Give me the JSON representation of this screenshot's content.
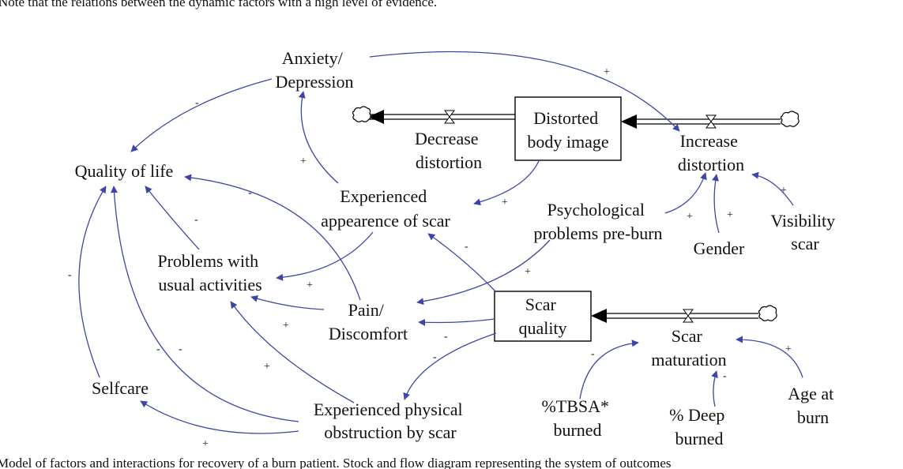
{
  "caption_top": "Note that the relations between the dynamic factors with a high level of evidence.",
  "caption_bottom": "Model of factors and interactions for recovery of a burn patient. Stock and flow diagram representing the system of outcomes",
  "colors": {
    "link": "#3d46a8",
    "structure": "#000000"
  },
  "stocks": {
    "distorted_body_image": [
      "Distorted",
      "body image"
    ],
    "scar_quality": [
      "Scar",
      "quality"
    ]
  },
  "flows": {
    "decrease_distortion": [
      "Decrease",
      "distortion"
    ],
    "increase_distortion": [
      "Increase",
      "distortion"
    ],
    "scar_maturation": [
      "Scar",
      "maturation"
    ]
  },
  "variables": {
    "anxiety_depression": [
      "Anxiety/",
      "Depression"
    ],
    "quality_of_life": [
      "Quality of life"
    ],
    "experienced_appearance": [
      "Experienced",
      "appearence of scar"
    ],
    "psychological_problems": [
      "Psychological",
      "problems pre-burn"
    ],
    "problems_usual_activities": [
      "Problems with",
      "usual activities"
    ],
    "pain_discomfort": [
      "Pain/",
      "Discomfort"
    ],
    "gender": [
      "Gender"
    ],
    "visibility_scar": [
      "Visibility",
      "scar"
    ],
    "selfcare": [
      "Selfcare"
    ],
    "experienced_obstruction": [
      "Experienced physical",
      "obstruction by scar"
    ],
    "tbsa_burned": [
      "%TBSA*",
      "burned"
    ],
    "deep_burned": [
      "% Deep",
      "burned"
    ],
    "age_at_burn": [
      "Age at",
      "burn"
    ]
  },
  "links": [
    {
      "from": "anxiety_depression",
      "to": "quality_of_life",
      "sign": "-"
    },
    {
      "from": "anxiety_depression",
      "to": "increase_distortion",
      "sign": "+"
    },
    {
      "from": "experienced_appearance",
      "to": "anxiety_depression",
      "sign": "+"
    },
    {
      "from": "distorted_body_image",
      "to": "experienced_appearance",
      "sign": "+"
    },
    {
      "from": "scar_quality",
      "to": "experienced_appearance",
      "sign": "-"
    },
    {
      "from": "experienced_appearance",
      "to": "problems_usual_activities",
      "sign": ""
    },
    {
      "from": "problems_usual_activities",
      "to": "quality_of_life",
      "sign": "-"
    },
    {
      "from": "pain_discomfort",
      "to": "quality_of_life",
      "sign": "-"
    },
    {
      "from": "pain_discomfort",
      "to": "problems_usual_activities",
      "sign": "+"
    },
    {
      "from": "psychological_problems",
      "to": "pain_discomfort",
      "sign": "+"
    },
    {
      "from": "psychological_problems",
      "to": "increase_distortion",
      "sign": "+"
    },
    {
      "from": "gender",
      "to": "increase_distortion",
      "sign": "+"
    },
    {
      "from": "visibility_scar",
      "to": "increase_distortion",
      "sign": "+"
    },
    {
      "from": "scar_quality",
      "to": "pain_discomfort",
      "sign": "-"
    },
    {
      "from": "scar_quality",
      "to": "experienced_obstruction",
      "sign": "-"
    },
    {
      "from": "experienced_obstruction",
      "to": "problems_usual_activities",
      "sign": "+"
    },
    {
      "from": "experienced_obstruction",
      "to": "quality_of_life",
      "sign": "-"
    },
    {
      "from": "experienced_obstruction",
      "to": "selfcare",
      "sign": "+"
    },
    {
      "from": "selfcare",
      "to": "quality_of_life",
      "sign": "-"
    },
    {
      "from": "tbsa_burned",
      "to": "scar_maturation",
      "sign": "-"
    },
    {
      "from": "deep_burned",
      "to": "scar_maturation",
      "sign": "-"
    },
    {
      "from": "age_at_burn",
      "to": "scar_maturation",
      "sign": "+"
    }
  ]
}
